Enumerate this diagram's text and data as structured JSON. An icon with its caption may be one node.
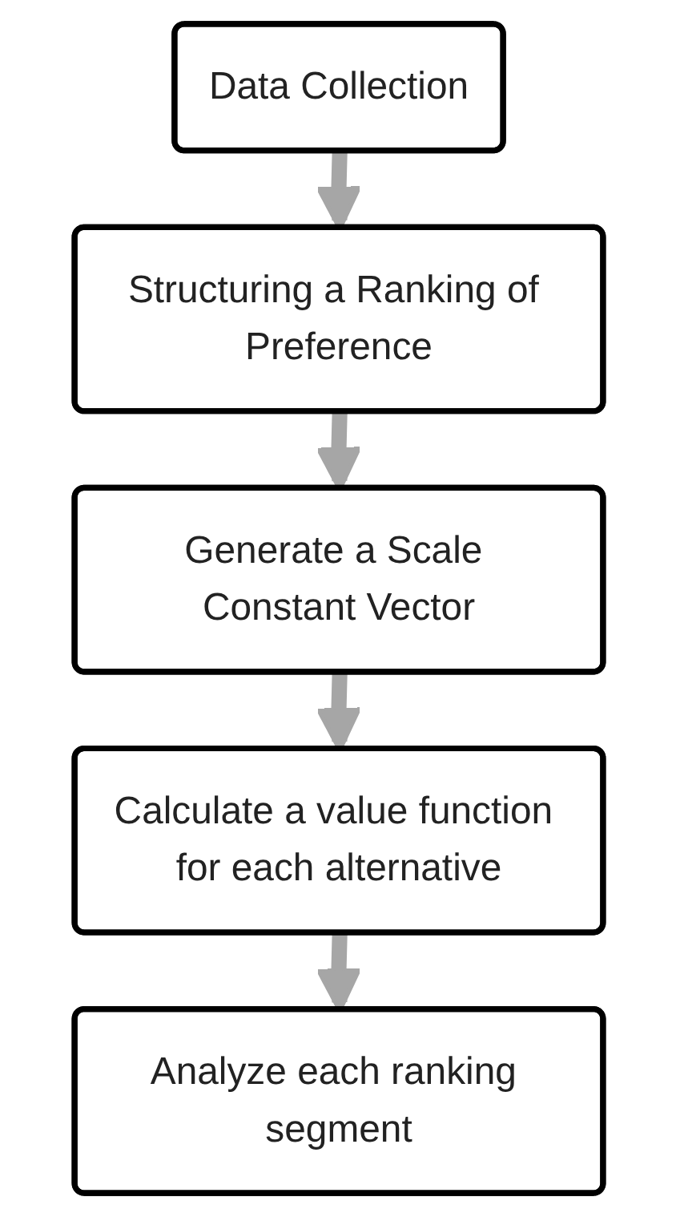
{
  "diagram": {
    "nodes": [
      {
        "text": [
          "Data Collection"
        ]
      },
      {
        "text": [
          "Structuring a Ranking of Preference"
        ]
      },
      {
        "text": [
          "Generate a Scale Constant Vector"
        ]
      },
      {
        "text": [
          "Calculate a value function for each alternative"
        ]
      },
      {
        "text": [
          "Analyze each ranking segment"
        ]
      }
    ],
    "edges": [
      {
        "from": 0,
        "to": 1,
        "arrow": "to"
      },
      {
        "from": 1,
        "to": 2,
        "arrow": "to"
      },
      {
        "from": 2,
        "to": 3,
        "arrow": "to"
      },
      {
        "from": 3,
        "to": 4,
        "arrow": "to"
      }
    ]
  }
}
